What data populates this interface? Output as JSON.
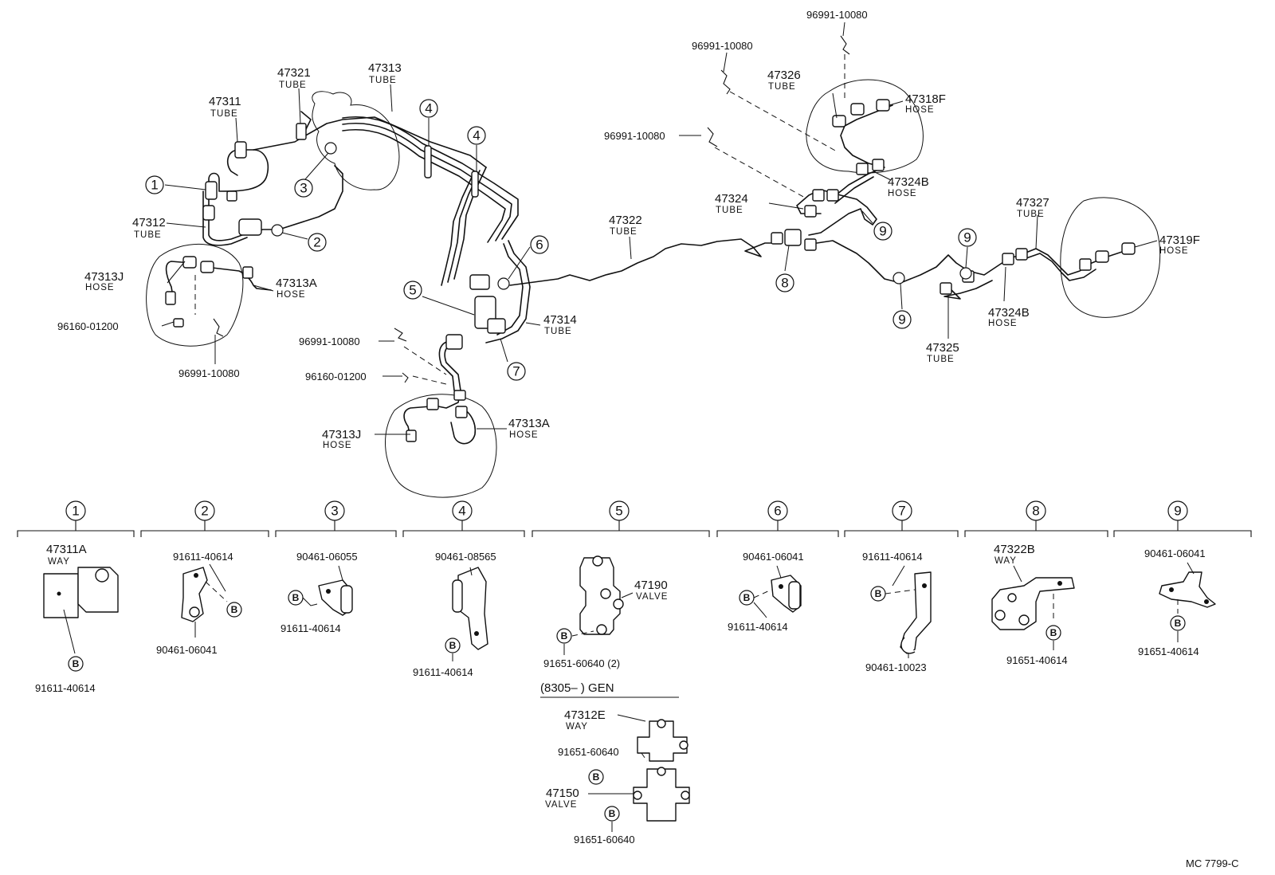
{
  "labels": {
    "p47311": {
      "num": "47311",
      "type": "TUBE"
    },
    "p47321": {
      "num": "47321",
      "type": "TUBE"
    },
    "p47313": {
      "num": "47313",
      "type": "TUBE"
    },
    "p47312": {
      "num": "47312",
      "type": "TUBE"
    },
    "p47313j_l": {
      "num": "47313J",
      "type": "HOSE"
    },
    "p47313a_l": {
      "num": "47313A",
      "type": "HOSE"
    },
    "p47314": {
      "num": "47314",
      "type": "TUBE"
    },
    "p47313j_r": {
      "num": "47313J",
      "type": "HOSE"
    },
    "p47313a_r": {
      "num": "47313A",
      "type": "HOSE"
    },
    "p47322": {
      "num": "47322",
      "type": "TUBE"
    },
    "p47326": {
      "num": "47326",
      "type": "TUBE"
    },
    "p47318f": {
      "num": "47318F",
      "type": "HOSE"
    },
    "p47324b_t": {
      "num": "47324B",
      "type": "HOSE"
    },
    "p47324": {
      "num": "47324",
      "type": "TUBE"
    },
    "p47327": {
      "num": "47327",
      "type": "TUBE"
    },
    "p47319f": {
      "num": "47319F",
      "type": "HOSE"
    },
    "p47324b_b": {
      "num": "47324B",
      "type": "HOSE"
    },
    "p47325": {
      "num": "47325",
      "type": "TUBE"
    }
  },
  "codes": {
    "c1": "96160-01200",
    "c2": "96991-10080",
    "c3": "96991-10080",
    "c4": "96160-01200",
    "c5": "96991-10080",
    "c6": "96991-10080",
    "c7": "96991-10080"
  },
  "callouts": [
    "1",
    "2",
    "3",
    "4",
    "5",
    "6",
    "7",
    "8",
    "9"
  ],
  "bolt_mark": "B",
  "details": [
    {
      "no": "1",
      "part": "47311A",
      "type": "WAY",
      "codes": [
        "91611-40614"
      ]
    },
    {
      "no": "2",
      "codes": [
        "91611-40614",
        "90461-06041"
      ]
    },
    {
      "no": "3",
      "codes": [
        "90461-06055",
        "91611-40614"
      ]
    },
    {
      "no": "4",
      "codes": [
        "90461-08565",
        "91611-40614"
      ]
    },
    {
      "no": "5",
      "part": "47190",
      "type": "VALVE",
      "codes": [
        "91651-60640 (2)"
      ]
    },
    {
      "no": "6",
      "codes": [
        "90461-06041",
        "91611-40614"
      ]
    },
    {
      "no": "7",
      "codes": [
        "91611-40614",
        "90461-10023"
      ]
    },
    {
      "no": "8",
      "part": "47322B",
      "type": "WAY",
      "codes": [
        "91651-40614"
      ]
    },
    {
      "no": "9",
      "codes": [
        "90461-06041",
        "91651-40614"
      ]
    }
  ],
  "gen": {
    "heading": "(8305–        ) GEN",
    "way_part": "47312E",
    "way_type": "WAY",
    "code1": "91651-60640",
    "valve_part": "47150",
    "valve_type": "VALVE",
    "code2": "91651-60640"
  },
  "footer": "MC  7799-C"
}
